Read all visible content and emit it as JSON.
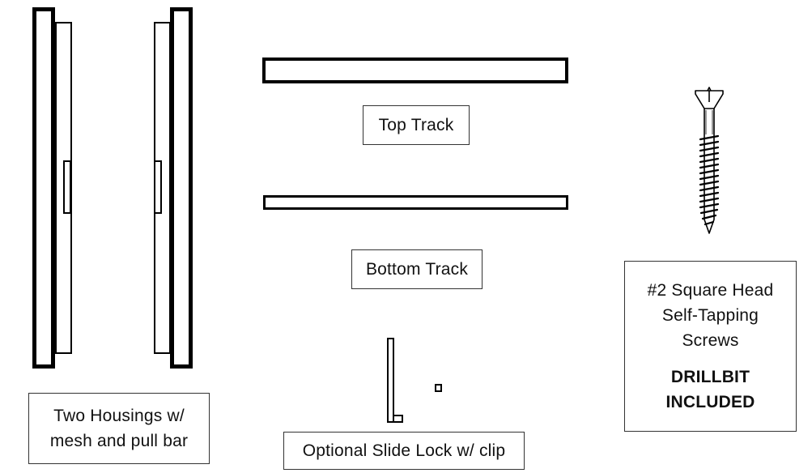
{
  "labels": {
    "housings_line1": "Two Housings w/",
    "housings_line2": "mesh and pull bar",
    "top_track": "Top Track",
    "bottom_track": "Bottom Track",
    "slide_lock": "Optional Slide Lock w/ clip",
    "screws_line1": "#2 Square Head",
    "screws_line2": "Self-Tapping",
    "screws_line3": "Screws",
    "drillbit_line1": "DRILLBIT",
    "drillbit_line2": "INCLUDED"
  },
  "colors": {
    "stroke": "#000000",
    "label_border": "#333333",
    "background": "#ffffff"
  },
  "icons": {
    "screw": "screw-icon"
  }
}
